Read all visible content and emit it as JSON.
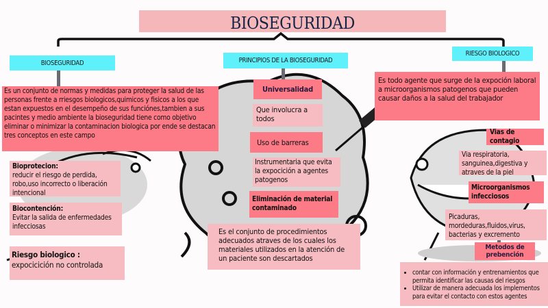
{
  "title": "BIOSEGURIDAD",
  "branches": {
    "left": {
      "label": "BIOSEGURIDAD",
      "definition": "Es un conjunto de normas y medidas para proteger la salud de las personas frente a rriesgos biologicos,quimicos y fisicos a los que estan expuestos en el desempeño de sus funciónes,tambien a sus pacintes y medio ambiente la bioseguridad tiene como objetivo eliminar o minimizar la contaminacion biologica por ende se destacan tres conceptos en este campo",
      "concepts": [
        {
          "title": "Bioprotecion:",
          "text": "reducir el riesgo de perdida, robo,uso incorrecto o liberación intencional"
        },
        {
          "title": "Biocontención:",
          "text": "Evitar la salida de enfermedades infecciosas"
        },
        {
          "title": "Riesgo biologico :",
          "text": "expocicición no controlada"
        }
      ]
    },
    "center": {
      "label": "PRINCIPIOS DE LA BIOSEGURIDAD",
      "principles": [
        {
          "title": "Universalidad",
          "text": "Que involucra a todos"
        },
        {
          "title": "Uso de barreras",
          "text": "Instrumentaria que evita la expocición a agentes patogenos"
        },
        {
          "title": "Eliminación de material contaminado",
          "text": "Es el conjunto de procedimientos adecuados atraves de los cuales los materiales utilizados en la atención de un paciente son descartados"
        }
      ]
    },
    "right": {
      "label": "RIESGO BIOLOGICO",
      "definition": "Es todo agente que surge de la expoción laboral a microorganismos patogenos que pueden causar daños a la salud del trabajador",
      "items": [
        {
          "title": "Vias de contagio",
          "text": "Via respiratoria, sanguinea,digestiva y atraves de la piel"
        },
        {
          "title": "Microorganismos infecciosos",
          "text": "Picaduras, mordeduras,fluidos,virus, bacterias  y excremento"
        },
        {
          "title": "Metodos de prebención",
          "bullets": [
            "contar con  información y entrenamientos que permita identificar las causas del riesgos",
            "Utilizar de manera adecuada los  implementos para evitar el contacto con estos agentes"
          ]
        }
      ]
    }
  },
  "colors": {
    "title_bg": "#f5b7ba",
    "title_text": "#142443",
    "label_bg": "#5ef1fb",
    "strong_pink": "#fd7a87",
    "soft_pink": "#f6bcc1"
  }
}
